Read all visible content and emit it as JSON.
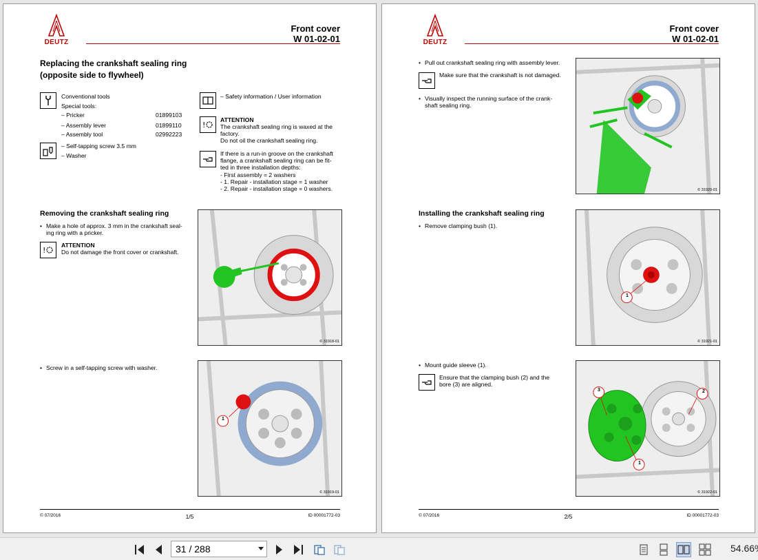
{
  "colors": {
    "brand_red": "#c00000",
    "tool_green": "#22c422",
    "highlight_red": "#dd1111",
    "ring_blue": "#8fa9cf"
  },
  "pages": [
    {
      "logo": "DEUTZ",
      "header": {
        "title": "Front cover",
        "code": "W 01-02-01"
      },
      "section_title_1": "Replacing the crankshaft sealing ring",
      "section_title_2": "(opposite side to flywheel)",
      "tools": {
        "conventional": "Conventional tools",
        "special": "Special tools:",
        "items": [
          {
            "name": "– Pricker",
            "num": "01899103"
          },
          {
            "name": "– Assembly lever",
            "num": "01899110"
          },
          {
            "name": "– Assembly tool",
            "num": "02992223"
          }
        ],
        "consumables": [
          "– Self-tapping screw 3.5 mm",
          "– Washer"
        ]
      },
      "safety_info": "– Safety information / User information",
      "attention1": {
        "title": "ATTENTION",
        "lines": [
          "The crankshaft sealing ring is waxed at the",
          "factory.",
          "Do not oil the crankshaft sealing ring."
        ]
      },
      "note_lines": [
        "If there is a run-in groove on the crankshaft",
        "flange, a crankshaft sealing ring can be fit-",
        "ted in three installation depths:",
        "- First assembly = 2 washers",
        "- 1. Repair - installation stage = 1 washer",
        "- 2. Repair - installation stage = 0 washers."
      ],
      "removing_title": "Removing the crankshaft sealing ring",
      "removing_step": [
        "Make a hole of approx. 3 mm in the crankshaft seal-",
        "ing ring with a pricker."
      ],
      "attention2": {
        "title": "ATTENTION",
        "lines": [
          "Do not damage the front cover or crankshaft."
        ]
      },
      "screw_step": "Screw in a self-tapping screw with washer.",
      "fig1_num": "© 31918-01",
      "fig2_num": "© 31919-01",
      "fig2_label": "1",
      "footer": {
        "date": "© 07/2016",
        "page": "1/5",
        "id": "ID 00001772-03"
      }
    },
    {
      "logo": "DEUTZ",
      "header": {
        "title": "Front cover",
        "code": "W 01-02-01"
      },
      "pullout_step": "Pull out crankshaft sealing ring with assembly lever.",
      "pullout_note": "Make sure that the crankshaft is not damaged.",
      "inspect_step": [
        "Visually inspect the running surface of the crank-",
        "shaft sealing ring."
      ],
      "installing_title": "Installing the crankshaft sealing ring",
      "remove_step": "Remove clamping bush (1).",
      "mount_step": "Mount guide sleeve (1).",
      "mount_note": [
        "Ensure that the clamping bush (2) and the",
        "bore (3) are aligned."
      ],
      "fig3_num": "© 31920-01",
      "fig4_num": "© 31921-01",
      "fig4_label": "1",
      "fig5_num": "© 31922-01",
      "fig5_labels": [
        "3",
        "2",
        "1"
      ],
      "footer": {
        "date": "© 07/2016",
        "page": "2/5",
        "id": "ID 00001772-03"
      }
    }
  ],
  "toolbar": {
    "page_indicator": "31 / 288",
    "zoom": "54.66%",
    "icons": [
      "first-page-icon",
      "previous-page-icon",
      "next-page-icon",
      "last-page-icon",
      "continuous-view-icon",
      "facing-view-icon",
      "single-page-view-icon",
      "continuous-page-view-icon",
      "two-page-view-icon",
      "two-page-continuous-view-icon"
    ]
  }
}
